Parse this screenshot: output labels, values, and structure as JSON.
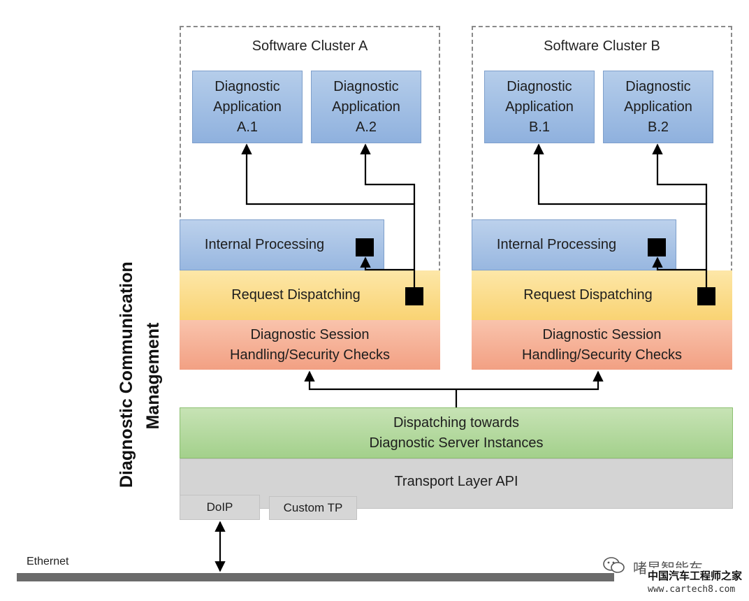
{
  "side_title": [
    "Diagnostic Communication",
    "Management"
  ],
  "clusters": [
    {
      "title": "Software Cluster A",
      "apps": [
        "Diagnostic Application A.1",
        "Diagnostic Application A.2"
      ],
      "app_lines": [
        [
          "Diagnostic",
          "Application",
          "A.1"
        ],
        [
          "Diagnostic",
          "Application",
          "A.2"
        ]
      ],
      "internal": "Internal Processing",
      "dispatch": "Request Dispatching",
      "session": [
        "Diagnostic Session",
        "Handling/Security Checks"
      ]
    },
    {
      "title": "Software Cluster B",
      "apps": [
        "Diagnostic Application B.1",
        "Diagnostic Application B.2"
      ],
      "app_lines": [
        [
          "Diagnostic",
          "Application",
          "B.1"
        ],
        [
          "Diagnostic",
          "Application",
          "B.2"
        ]
      ],
      "internal": "Internal Processing",
      "dispatch": "Request Dispatching",
      "session": [
        "Diagnostic Session",
        "Handling/Security Checks"
      ]
    }
  ],
  "dispatching": [
    "Dispatching towards",
    "Diagnostic Server Instances"
  ],
  "transport": "Transport Layer API",
  "transports": [
    "DoIP",
    "Custom TP"
  ],
  "ethernet": "Ethernet",
  "watermark": {
    "brand": "啫昱智能车",
    "site_cn": "中国汽车工程师之家",
    "url": "www.cartech8.com"
  },
  "colors": {
    "app": "#9dbbe3",
    "dispatch": "#fbd98a",
    "session": "#f5ad91",
    "server": "#b1d89c",
    "transport": "#d4d4d4"
  }
}
